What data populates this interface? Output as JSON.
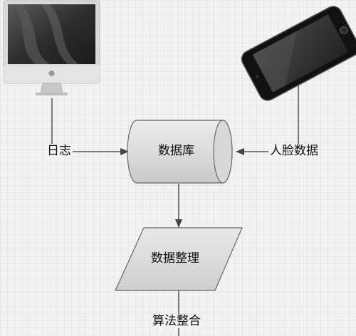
{
  "nodes": {
    "database": {
      "label": "数据库"
    },
    "organize": {
      "label": "数据整理"
    }
  },
  "edges": {
    "log": {
      "label": "日志"
    },
    "face_data": {
      "label": "人脸数据"
    },
    "algorithm": {
      "label": "算法整合"
    }
  },
  "devices": {
    "desktop": {
      "icon": "imac-desktop-icon"
    },
    "phone": {
      "icon": "smartphone-icon"
    }
  }
}
